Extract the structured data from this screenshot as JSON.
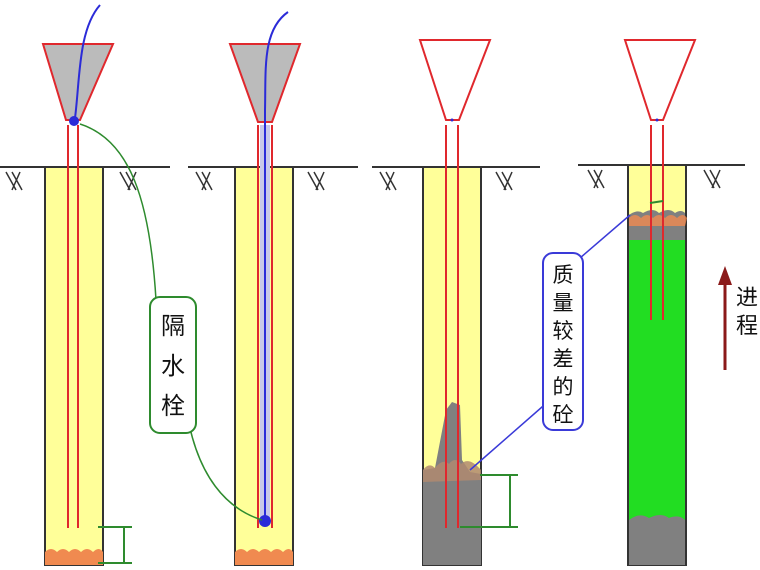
{
  "diagram": {
    "callouts": {
      "plug": [
        "隔",
        "水",
        "栓"
      ],
      "poor_concrete": [
        "质",
        "量",
        "较",
        "差",
        "的",
        "砼"
      ]
    },
    "progress_label": [
      "进",
      "程"
    ],
    "stages": [
      {
        "name": "stage-1"
      },
      {
        "name": "stage-2"
      },
      {
        "name": "stage-3"
      },
      {
        "name": "stage-4"
      }
    ],
    "colors": {
      "hole_fill": "#FFFF99",
      "hole_edge": "#333333",
      "pipe": "#E0282D",
      "rope": "#2B2BD8",
      "hopper_fill": "#BBBBBB",
      "concrete": "#808080",
      "good_concrete": "#22DD22",
      "sediment": "#F08A50",
      "leader": "#2E8B2E",
      "blue_leader": "#3A3AD8",
      "arrow": "#8B1A1A"
    }
  }
}
